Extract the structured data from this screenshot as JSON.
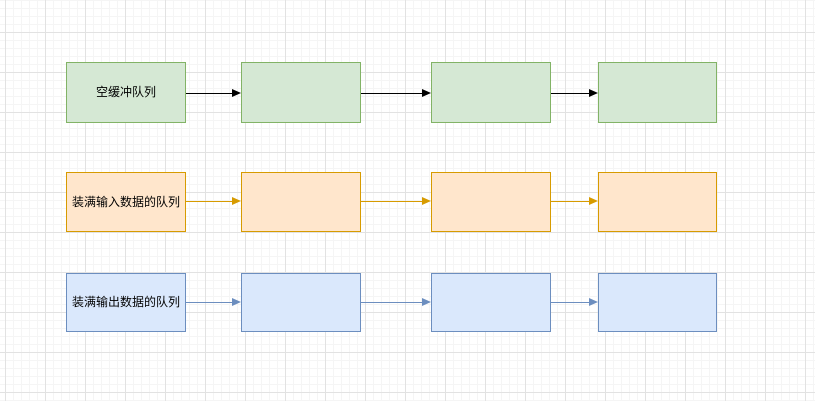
{
  "canvas": {
    "background_color": "#ffffff",
    "grid": {
      "minor_color": "#f5f5f5",
      "major_color": "#e2e2e2"
    }
  },
  "diagram": {
    "rows": [
      {
        "id": "empty-buffer-queue",
        "label": "空缓冲队列",
        "box_count": 4,
        "box_fill": "#d5e8d4",
        "box_stroke": "#82b366",
        "arrow_color": "#000000"
      },
      {
        "id": "input-data-full-queue",
        "label": "装满输入数据的队列",
        "box_count": 4,
        "box_fill": "#ffe6cc",
        "box_stroke": "#d79b00",
        "arrow_color": "#d79b00"
      },
      {
        "id": "output-data-full-queue",
        "label": "装满输出数据的队列",
        "box_count": 4,
        "box_fill": "#dae8fc",
        "box_stroke": "#6c8ebf",
        "arrow_color": "#6c8ebf"
      }
    ]
  }
}
